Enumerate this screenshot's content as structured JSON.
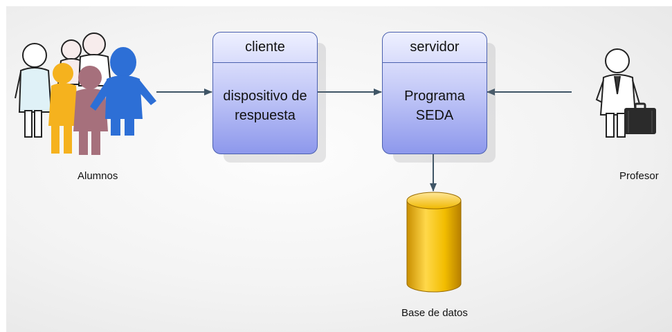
{
  "actors": {
    "students": "Alumnos",
    "teacher": "Profesor"
  },
  "client": {
    "title": "cliente",
    "body_line1": "dispositivo de",
    "body_line2": "respuesta"
  },
  "server": {
    "title": "servidor",
    "body_line1": "Programa",
    "body_line2": "SEDA"
  },
  "database": {
    "label": "Base de datos"
  },
  "icons": [
    "students-group-icon",
    "teacher-icon",
    "database-cylinder-icon"
  ],
  "colors": {
    "box_border": "#4a5fae",
    "box_fill": "#8d98ec",
    "arrow": "#3f5566",
    "database": "#f2bd00"
  }
}
